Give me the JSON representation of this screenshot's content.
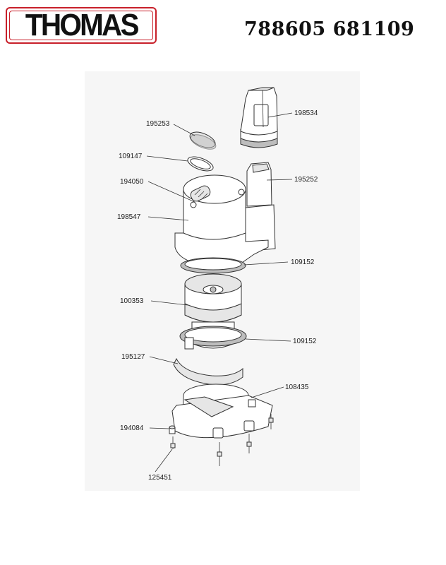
{
  "header": {
    "brand": "THOMAS",
    "document_number": "788605 681109"
  },
  "diagram": {
    "parts": [
      {
        "label": "198534"
      },
      {
        "label": "195253"
      },
      {
        "label": "109147"
      },
      {
        "label": "194050"
      },
      {
        "label": "195252"
      },
      {
        "label": "198547"
      },
      {
        "label": "109152"
      },
      {
        "label": "100353"
      },
      {
        "label": "109152"
      },
      {
        "label": "195127"
      },
      {
        "label": "108435"
      },
      {
        "label": "194084"
      },
      {
        "label": "125451"
      }
    ]
  }
}
